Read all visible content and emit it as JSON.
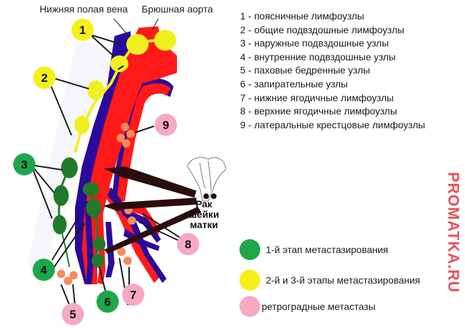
{
  "labels": {
    "vena_cava": "Нижняя полая вена",
    "aorta": "Брюшная аорта",
    "cancer": [
      "Рак",
      "шейки",
      "матки"
    ]
  },
  "legend": [
    {
      "num": "1",
      "text": "1 - поясничные лимфоузлы"
    },
    {
      "num": "2",
      "text": "2 - общие подвздошные лимфоузлы"
    },
    {
      "num": "3",
      "text": "3 - наружные подвздошные узлы"
    },
    {
      "num": "4",
      "text": "4 - внутренние подвздошные узлы"
    },
    {
      "num": "5",
      "text": "5 - паховые бедренные узлы"
    },
    {
      "num": "6",
      "text": "6 - запирательные узлы"
    },
    {
      "num": "7",
      "text": "7 - нижние ягодичные лимфоузлы"
    },
    {
      "num": "8",
      "text": "8 - верхние ягодичные лимфоузлы"
    },
    {
      "num": "9",
      "text": "9 - латеральные крестцовые лимфоузлы"
    }
  ],
  "stages": [
    {
      "label": "1-й этап метастазирования",
      "color": "#1fa64a"
    },
    {
      "label": "2-й и 3-й этапы метастазирования",
      "color": "#f6f01a"
    },
    {
      "label": "ретроградные метастазы",
      "color": "#f5a9c4"
    }
  ],
  "markers": [
    {
      "num": "1",
      "color": "#f6f01a"
    },
    {
      "num": "2",
      "color": "#f6f01a"
    },
    {
      "num": "3",
      "color": "#1fa64a"
    },
    {
      "num": "4",
      "color": "#1fa64a"
    },
    {
      "num": "5",
      "color": "#f5a9c4"
    },
    {
      "num": "6",
      "color": "#1fa64a"
    },
    {
      "num": "7",
      "color": "#f5a9c4"
    },
    {
      "num": "8",
      "color": "#f5a9c4"
    },
    {
      "num": "9",
      "color": "#f5a9c4"
    }
  ],
  "colors": {
    "artery": "#ff1a1a",
    "vein": "#2a0a9a",
    "yellow_node": "#f0f020",
    "green_node": "#217a2a",
    "orange_node": "#f58a5a",
    "arrow": "#2b0d10"
  },
  "watermark": "PROMATKA.RU"
}
